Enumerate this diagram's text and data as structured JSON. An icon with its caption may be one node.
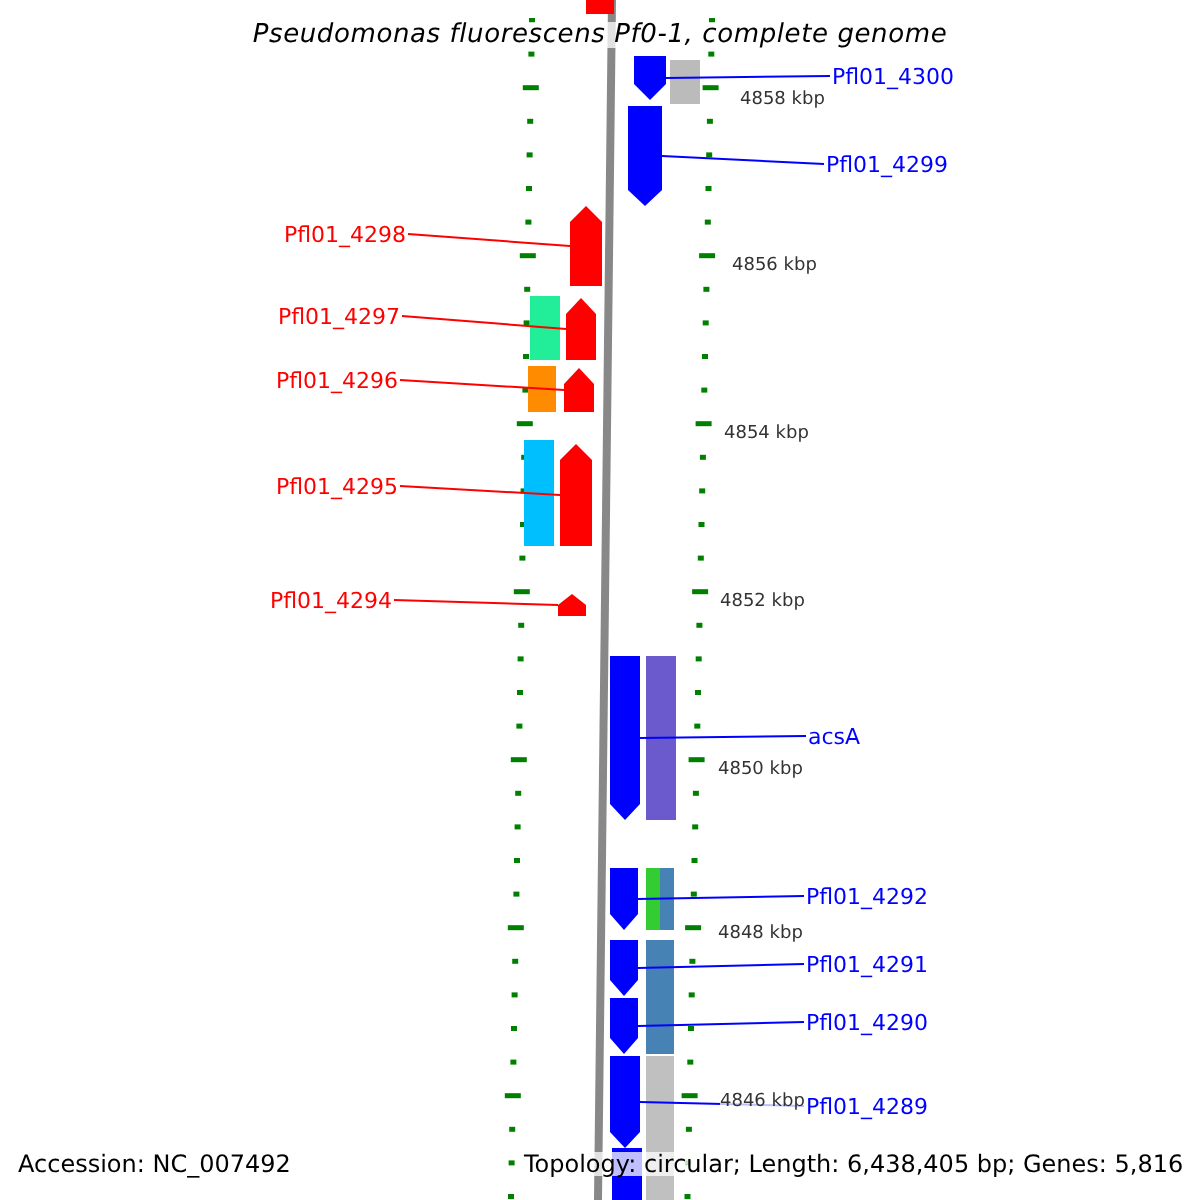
{
  "diagram": {
    "title": "Pseudomonas fluorescens Pf0-1, complete genome",
    "nodes": [
      {
        "text": [
          "Pfl01_4300"
        ]
      },
      {
        "text": [],
        "shape": "arrow"
      },
      {
        "text": [
          "Pfl01_4299"
        ]
      },
      {
        "text": [],
        "shape": "arrow"
      },
      {
        "text": [
          "Pfl01_4298"
        ]
      },
      {
        "text": [],
        "shape": "arrow"
      },
      {
        "text": [
          "Pfl01_4297"
        ]
      },
      {
        "text": [],
        "shape": "arrow"
      },
      {
        "text": [
          "Pfl01_4296"
        ]
      },
      {
        "text": [],
        "shape": "arrow"
      },
      {
        "text": [
          "Pfl01_4295"
        ]
      },
      {
        "text": [],
        "shape": "arrow"
      },
      {
        "text": [
          "Pfl01_4294"
        ]
      },
      {
        "text": [],
        "shape": "arrow"
      },
      {
        "text": [
          "acsA"
        ]
      },
      {
        "text": [],
        "shape": "arrow"
      },
      {
        "text": [
          "Pfl01_4292"
        ]
      },
      {
        "text": [],
        "shape": "arrow"
      },
      {
        "text": [
          "Pfl01_4291"
        ]
      },
      {
        "text": [],
        "shape": "arrow"
      },
      {
        "text": [
          "Pfl01_4290"
        ]
      },
      {
        "text": [],
        "shape": "arrow"
      },
      {
        "text": [
          "Pfl01_4289"
        ]
      },
      {
        "text": [],
        "shape": "arrow"
      },
      {
        "text": [],
        "shape": "bar"
      },
      {
        "text": [],
        "shape": "bar"
      },
      {
        "text": [],
        "shape": "bar"
      },
      {
        "text": [],
        "shape": "bar"
      },
      {
        "text": [],
        "shape": "bar"
      },
      {
        "text": [],
        "shape": "bar"
      },
      {
        "text": [],
        "shape": "bar"
      },
      {
        "text": [],
        "shape": "bar"
      },
      {
        "text": [],
        "shape": "bar"
      },
      {
        "text": [],
        "shape": "bar"
      },
      {
        "text": [],
        "shape": "bar"
      }
    ],
    "edges": [
      {
        "from": 0,
        "to": 1,
        "arrow": "none"
      },
      {
        "from": 2,
        "to": 3,
        "arrow": "none"
      },
      {
        "from": 4,
        "to": 5,
        "arrow": "none",
        "color": "#ff0000"
      },
      {
        "from": 6,
        "to": 7,
        "arrow": "none",
        "color": "#ff0000"
      },
      {
        "from": 8,
        "to": 9,
        "arrow": "none",
        "color": "#ff0000"
      },
      {
        "from": 10,
        "to": 11,
        "arrow": "none",
        "color": "#ff0000"
      },
      {
        "from": 12,
        "to": 13,
        "arrow": "none",
        "color": "#ff0000"
      },
      {
        "from": 14,
        "to": 15,
        "arrow": "none"
      },
      {
        "from": 16,
        "to": 17,
        "arrow": "none"
      },
      {
        "from": 18,
        "to": 19,
        "arrow": "none"
      },
      {
        "from": 20,
        "to": 21,
        "arrow": "none"
      },
      {
        "from": 22,
        "to": 23,
        "arrow": "none"
      }
    ],
    "labels": [
      "4858 kbp",
      "4856 kbp",
      "4854 kbp",
      "4852 kbp",
      "4850 kbp",
      "4848 kbp",
      "4846 kbp",
      "Accession: NC_007492",
      "Topology: circular; Length: 6,438,405 bp; Genes: 5,816"
    ]
  }
}
